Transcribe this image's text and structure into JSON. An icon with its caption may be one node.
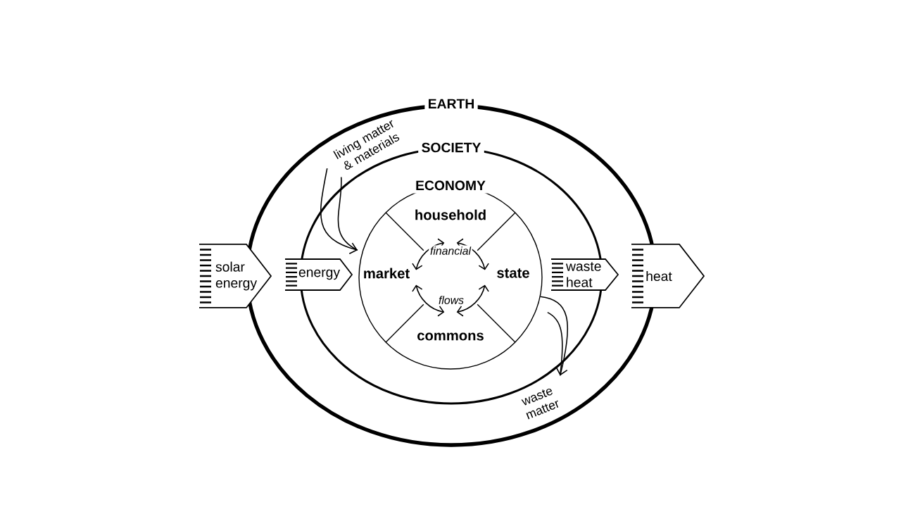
{
  "diagram": {
    "nodes": [
      {
        "text": [
          "EARTH"
        ]
      },
      {
        "text": [
          "SOCIETY"
        ],
        "in": 0
      },
      {
        "text": [
          "ECONOMY"
        ],
        "in": 1
      },
      {
        "text": [
          "household"
        ],
        "in": 2
      },
      {
        "text": [
          "market"
        ],
        "in": 2
      },
      {
        "text": [
          "state"
        ],
        "in": 2
      },
      {
        "text": [
          "commons"
        ],
        "in": 2
      },
      {
        "text": [
          "solar energy"
        ]
      },
      {
        "text": [
          "energy"
        ],
        "in": 0
      },
      {
        "text": [
          "waste heat"
        ],
        "in": 0
      },
      {
        "text": [
          "heat"
        ]
      },
      {
        "text": [
          "living matter & materials"
        ],
        "in": 0
      },
      {
        "text": [
          "waste matter"
        ],
        "in": 0
      }
    ],
    "edges": [
      {
        "from": 11,
        "to": 2,
        "arrow": "to"
      },
      {
        "from": 2,
        "to": 12,
        "arrow": "to"
      },
      {
        "from": 4,
        "to": 3,
        "arrow": "both"
      },
      {
        "from": 3,
        "to": 5,
        "arrow": "both"
      },
      {
        "from": 5,
        "to": 6,
        "arrow": "both"
      },
      {
        "from": 6,
        "to": 4,
        "arrow": "both"
      }
    ],
    "labels": [
      "financial",
      "flows"
    ]
  }
}
